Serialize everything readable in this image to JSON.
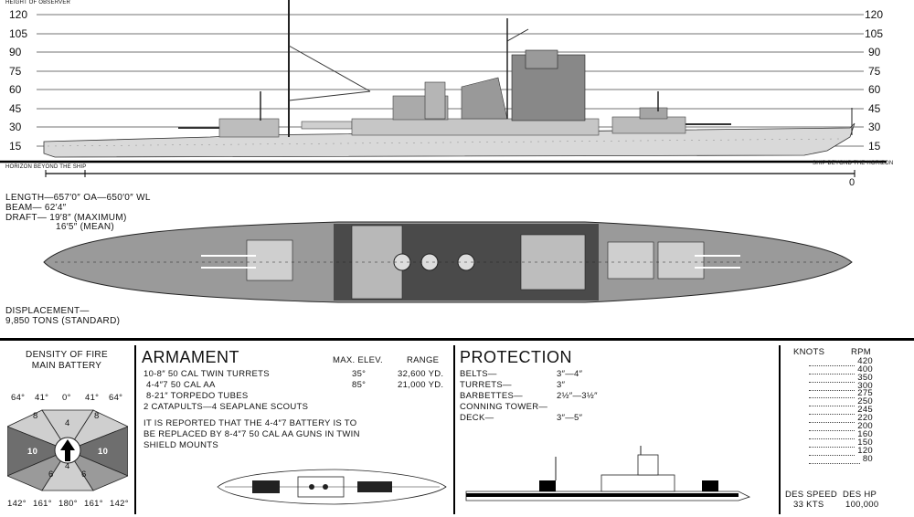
{
  "top": {
    "height_of_observer": "HEIGHT OF OBSERVER",
    "horizon_beyond_ship": "HORIZON BEYOND THE SHIP",
    "ship_beyond_horizon": "SHIP BEYOND THE HORIZON",
    "zero_label": "0",
    "scale_labels": [
      "120",
      "105",
      "90",
      "75",
      "60",
      "45",
      "30",
      "15"
    ]
  },
  "specs": {
    "length": "LENGTH—657′0″ OA—650′0″ WL",
    "beam": "BEAM—  62′4″",
    "draft": "DRAFT—   19′8″ (MAXIMUM)",
    "draft_mean": "16′5″ (MEAN)",
    "displacement": "DISPLACEMENT—",
    "displacement_value": "9,850 TONS (STANDARD)"
  },
  "density": {
    "title1": "DENSITY OF FIRE",
    "title2": "MAIN BATTERY",
    "top_angles": [
      "64°",
      "41°",
      "0°",
      "41°",
      "64°"
    ],
    "bottom_angles": [
      "142°",
      "161°",
      "180°",
      "161°",
      "142°"
    ],
    "sectors": [
      "8",
      "8",
      "4",
      "10",
      "10",
      "6",
      "4",
      "6"
    ]
  },
  "armament": {
    "title": "ARMAMENT",
    "col_elev": "MAX. ELEV.",
    "col_range": "RANGE",
    "rows": [
      {
        "item": "10-8″  50 CAL TWIN TURRETS",
        "elev": "35°",
        "range": "32,600 YD."
      },
      {
        "item": "4-4″7  50 CAL AA",
        "elev": "85°",
        "range": "21,000 YD."
      },
      {
        "item": "8-21″ TORPEDO TUBES",
        "elev": "",
        "range": ""
      },
      {
        "item": "2 CATAPULTS—4 SEAPLANE SCOUTS",
        "elev": "",
        "range": ""
      }
    ],
    "note": [
      "IT IS REPORTED THAT THE 4-4″7 BATTERY IS TO",
      "BE REPLACED BY 8-4″7 50 CAL AA GUNS IN TWIN",
      "SHIELD MOUNTS"
    ]
  },
  "protection": {
    "title": "PROTECTION",
    "rows": [
      {
        "item": "BELTS—",
        "value": "3″—4″"
      },
      {
        "item": "TURRETS—",
        "value": "3″"
      },
      {
        "item": "BARBETTES—",
        "value": "2½″—3½″"
      },
      {
        "item": "CONNING TOWER—",
        "value": ""
      },
      {
        "item": "DECK—",
        "value": "3″—5″"
      }
    ]
  },
  "speed": {
    "knots_label": "KNOTS",
    "rpm_label": "RPM",
    "rpm_values": [
      "420",
      "400",
      "350",
      "300",
      "275",
      "250",
      "245",
      "220",
      "200",
      "160",
      "150",
      "120",
      "80"
    ],
    "des_speed_label": "DES SPEED",
    "des_hp_label": "DES HP",
    "des_speed_value": "33 KTS",
    "des_hp_value": "100,000"
  }
}
